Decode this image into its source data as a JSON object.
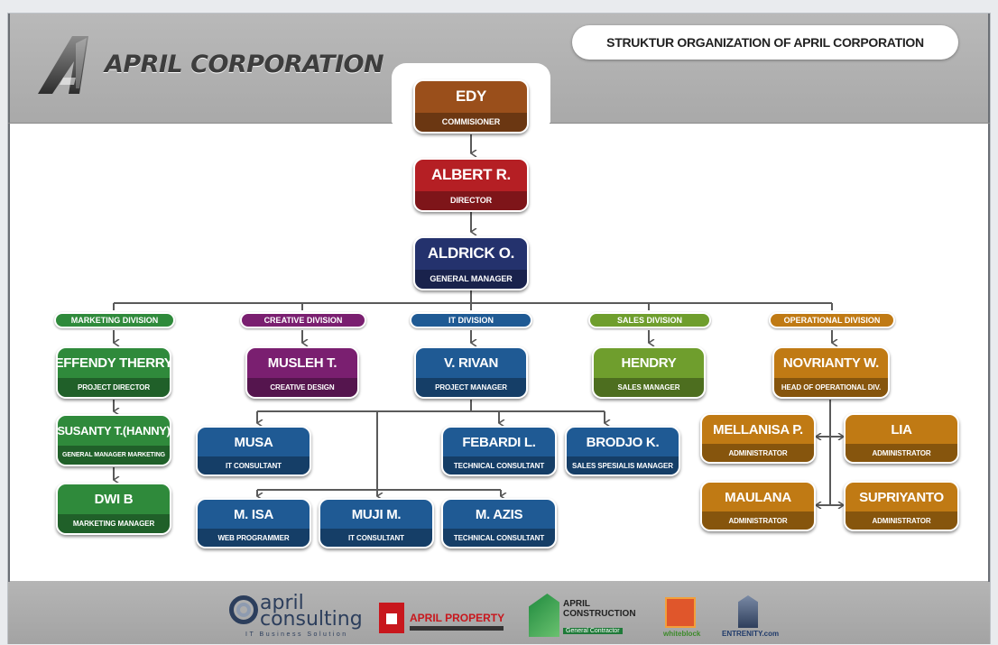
{
  "company": {
    "logo_text": "APRIL CORPORATION"
  },
  "header": {
    "title": "STRUKTUR ORGANIZATION OF APRIL CORPORATION"
  },
  "people": {
    "edy": {
      "name": "EDY",
      "role": "COMMISIONER",
      "color": "#9a4f1b"
    },
    "albert": {
      "name": "ALBERT R.",
      "role": "DIRECTOR",
      "color": "#b51f24"
    },
    "aldrick": {
      "name": "ALDRICK O.",
      "role": "GENERAL MANAGER",
      "color": "#24326d"
    },
    "effendy": {
      "name": "EFFENDY THERRY",
      "role": "PROJECT DIRECTOR",
      "color": "#2f8a3b"
    },
    "susanty": {
      "name": "SUSANTY T.(HANNY)",
      "role": "GENERAL MANAGER MARKETING",
      "color": "#2f8a3b"
    },
    "dwi": {
      "name": "DWI B",
      "role": "MARKETING MANAGER",
      "color": "#2f8a3b"
    },
    "musleh": {
      "name": "MUSLEH T.",
      "role": "CREATIVE DESIGN",
      "color": "#7a1f70"
    },
    "rivan": {
      "name": "V. RIVAN",
      "role": "PROJECT MANAGER",
      "color": "#1f5a94"
    },
    "hendry": {
      "name": "HENDRY",
      "role": "SALES MANAGER",
      "color": "#6f9e2d"
    },
    "novrianty": {
      "name": "NOVRIANTY W.",
      "role": "HEAD OF OPERATIONAL DIV.",
      "color": "#c07a14"
    },
    "musa": {
      "name": "MUSA",
      "role": "IT CONSULTANT",
      "color": "#1f5a94"
    },
    "febardi": {
      "name": "FEBARDI L.",
      "role": "TECHNICAL CONSULTANT",
      "color": "#1f5a94"
    },
    "brodjo": {
      "name": "BRODJO K.",
      "role": "SALES SPESIALIS MANAGER",
      "color": "#1f5a94"
    },
    "isa": {
      "name": "M. ISA",
      "role": "WEB PROGRAMMER",
      "color": "#1f5a94"
    },
    "muji": {
      "name": "MUJI M.",
      "role": "IT CONSULTANT",
      "color": "#1f5a94"
    },
    "azis": {
      "name": "M. AZIS",
      "role": "TECHNICAL CONSULTANT",
      "color": "#1f5a94"
    },
    "mellanisa": {
      "name": "MELLANISA P.",
      "role": "ADMINISTRATOR",
      "color": "#c07a14"
    },
    "lia": {
      "name": "LIA",
      "role": "ADMINISTRATOR",
      "color": "#c07a14"
    },
    "maulana": {
      "name": "MAULANA",
      "role": "ADMINISTRATOR",
      "color": "#c07a14"
    },
    "supriyanto": {
      "name": "SUPRIYANTO",
      "role": "ADMINISTRATOR",
      "color": "#c07a14"
    }
  },
  "divisions": {
    "marketing": {
      "label": "MARKETING DIVISION",
      "color": "#2f8a3b"
    },
    "creative": {
      "label": "CREATIVE DIVISION",
      "color": "#7a1f70"
    },
    "it": {
      "label": "IT DIVISION",
      "color": "#1f5a94"
    },
    "sales": {
      "label": "SALES DIVISION",
      "color": "#6f9e2d"
    },
    "operational": {
      "label": "OPERATIONAL DIVISION",
      "color": "#c07a14"
    }
  },
  "footer": {
    "consulting": {
      "line1": "april",
      "line2": "consulting",
      "tagline": "IT Business Solution"
    },
    "property": {
      "name": "APRIL PROPERTY"
    },
    "construction": {
      "line1": "APRIL",
      "line2": "CONSTRUCTION",
      "tagline": "General Contractor"
    },
    "whiteblock": {
      "name": "whiteblock"
    },
    "entrenity": {
      "name": "ENTRENITY.com"
    }
  }
}
